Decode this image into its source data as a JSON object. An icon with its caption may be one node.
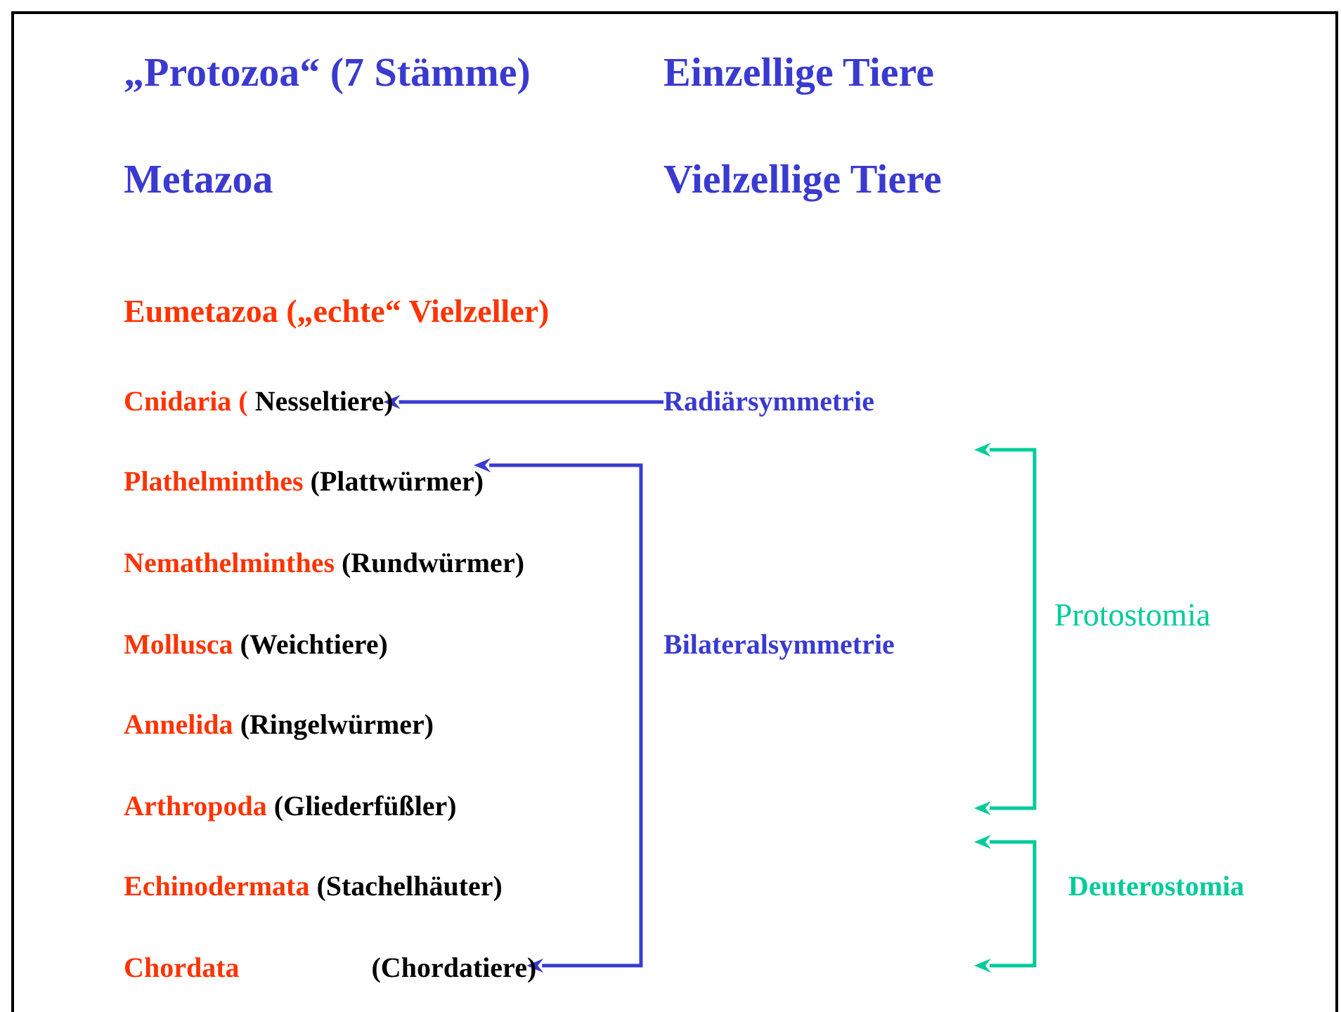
{
  "diagram": {
    "nodes": [
      {
        "text": [
          "Cnidaria (",
          "Nesseltiere)"
        ]
      },
      {
        "text": [
          "Plathelminthes",
          "(Plattwürmer)"
        ]
      },
      {
        "text": [
          "Nemathelminthes",
          "(Rundwürmer)"
        ]
      },
      {
        "text": [
          "Mollusca",
          "(Weichtiere)"
        ]
      },
      {
        "text": [
          "Annelida",
          "(Ringelwürmer)"
        ]
      },
      {
        "text": [
          "Arthropoda",
          "(Gliederfüßler)"
        ]
      },
      {
        "text": [
          "Echinodermata",
          "(Stachelhäuter)"
        ]
      },
      {
        "text": [
          "Chordata",
          "(Chordatiere)"
        ]
      },
      {
        "text": [
          "Radiärsymmetrie"
        ]
      },
      {
        "text": [
          "Bilateralsymmetrie"
        ]
      },
      {
        "text": [
          "Protostomia"
        ]
      },
      {
        "text": [
          "Deuterostomia"
        ]
      }
    ],
    "edges": [
      {
        "from": 8,
        "to": 0,
        "arrow": "to",
        "color": "#3a3ad0"
      },
      {
        "from": 9,
        "to": 1,
        "arrow": "to",
        "color": "#3a3ad0"
      },
      {
        "from": 9,
        "to": 7,
        "arrow": "to",
        "color": "#3a3ad0"
      },
      {
        "from": 10,
        "to": null,
        "arrow": "to"
      },
      {
        "from": 10,
        "to": null,
        "arrow": "to"
      },
      {
        "from": 11,
        "to": null,
        "arrow": "to"
      },
      {
        "from": 11,
        "to": null,
        "arrow": "to"
      }
    ],
    "labels": [
      "„Protozoa“ (7 Stämme)",
      "Einzellige Tiere",
      "Metazoa",
      "Vielzellige Tiere",
      "Eumetazoa  („echte“ Vielzeller)"
    ]
  }
}
